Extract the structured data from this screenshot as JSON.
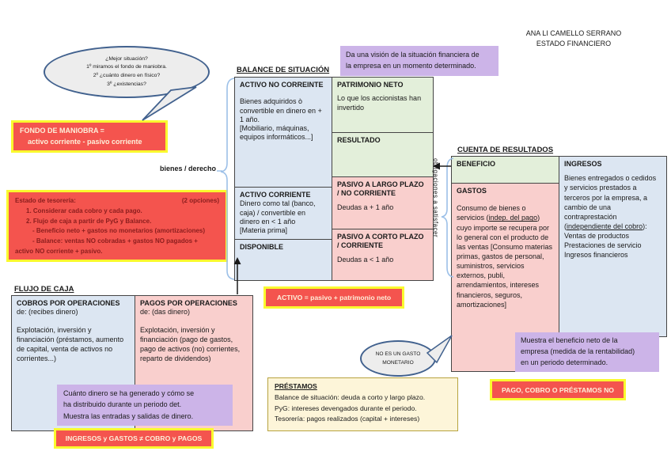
{
  "page": {
    "author_line1": "ANA LI CAMELLO SERRANO",
    "author_line2": "ESTADO FINANCIERO"
  },
  "bubble_questions": {
    "l1": "¿Mejor situación?",
    "l2": "1º miramos el fondo de maniobra.",
    "l3": "2º ¿cuánto dinero en físico?",
    "l4": "3º ¿existencias?"
  },
  "fondo_maniobra": {
    "l1": "FONDO DE MANIOBRA =",
    "l2": "activo corriente -  pasivo corriente"
  },
  "vision_note": {
    "l1": "Da una visión de la situación financiera de",
    "l2": "la empresa en un momento determinado."
  },
  "balance": {
    "title": "BALANCE DE SITUACIÓN",
    "bienes_label": "bienes / derecho",
    "obligaciones_label": "obligaciones a satisfacer",
    "activo_no_corriente": {
      "title": "ACTIVO NO CORREINTE",
      "body1": "Bienes adquiridos ò convertible en dinero en + 1 año.",
      "body2": "[Mobiliario, máquinas, equipos informáticos...]"
    },
    "patrimonio_neto": {
      "title": "PATRIMONIO NETO",
      "body": "Lo que los accionistas han invertido"
    },
    "resultado": {
      "title": "RESULTADO"
    },
    "pasivo_largo": {
      "t1": "PASIVO A LARGO PLAZO",
      "t2": "/ NO CORRIENTE",
      "body": "Deudas a + 1 año"
    },
    "activo_corriente": {
      "title": "ACTIVO CORRIENTE",
      "body1": "Dinero como tal (banco, caja) / convertible en dinero en < 1 año",
      "body2": "[Materia prima]"
    },
    "pasivo_corto": {
      "t1": "PASIVO A CORTO PLAZO",
      "t2": "/ CORRIENTE",
      "body": "Deudas  a < 1 año"
    },
    "disponible": {
      "title": "DISPONIBLE"
    },
    "equation": "ACTIVO = pasivo + patrimonio neto"
  },
  "tesoreria": {
    "title": "Estado de tesorería:",
    "options": "(2 opciones)",
    "l1": "1. Considerar cada cobro y cada pago.",
    "l2": "2. Flujo de caja a partir de PyG y Balance.",
    "l3": "- Beneficio neto + gastos no monetarios (amortizaciones)",
    "l4": "- Balance: ventas NO cobradas + gastos NO pagados +",
    "l5": "activo NO  corriente + pasivo."
  },
  "cuenta_resultados": {
    "title": "CUENTA DE RESULTADOS",
    "beneficio": {
      "title": "BENEFICIO"
    },
    "gastos": {
      "title": "GASTOS",
      "b1": "Consumo de bienes o servicios (",
      "u1": "indep. del pago",
      "b2": ") cuyo importe se recupera por lo general con el producto de las ventas [Consumo materias primas, gastos de personal, suministros, servicios externos, publi, arrendamientos, intereses financieros,  seguros, amortizaciones]"
    },
    "ingresos": {
      "title": "INGRESOS",
      "b1": "Bienes entregados o cedidos y servicios prestados a terceros por la empresa, a cambio de una contraprestación (",
      "u1": "independiente del cobro",
      "b2": "):",
      "i1": "Ventas de productos",
      "i2": "Prestaciones de servicio",
      "i3": "Ingresos financieros"
    },
    "nota": {
      "l1": "Muestra el beneficio neto de la",
      "l2": "empresa (medida de la rentabilidad)",
      "l3": "en un periodo determinado."
    }
  },
  "flujo_caja": {
    "title": "FLUJO DE CAJA",
    "cobros": {
      "title": "COBROS POR OPERACIONES",
      "sub": "de: (recibes dinero)",
      "body": "Explotación, inversión y financiación (préstamos, aumento de capital, venta de activos no corrientes...)"
    },
    "pagos": {
      "title": "PAGOS POR OPERACIONES",
      "sub": "de:   (das dinero)",
      "body": "Explotación, inversión y financiación (pago de gastos, pago de activos (no) corrientes, reparto de dividendos)"
    },
    "nota": {
      "l1": "Cuánto dinero se ha generado y cómo se",
      "l2": "ha distribuido durante un periodo det.",
      "l3": "Muestra las entradas y salidas de dinero."
    },
    "equation": "INGRESOS y GASTOS ≠ COBRO y PAGOS"
  },
  "prestamos": {
    "title": "PRÉSTAMOS",
    "l1": "Balance de situación: deuda a corto y largo plazo.",
    "l2": "PyG: intereses devengados durante el periodo.",
    "l3": "Tesorería: pagos realizados (capital + intereses)"
  },
  "pago_cobro_note": "PAGO, COBRO O PRÉSTAMOS NO",
  "gasto_bubble": {
    "l1": "NO ES UN GASTO",
    "l2": "MONETARIO"
  },
  "colors": {
    "red_callout": "#f4544e",
    "yellow_border": "#fafa2e",
    "light_blue": "#dce6f2",
    "light_green": "#e3efda",
    "light_pink": "#f9cfcd",
    "purple": "#ccb4e8",
    "cream": "#fdf5d9",
    "brace_blue": "#9cc0e8"
  }
}
